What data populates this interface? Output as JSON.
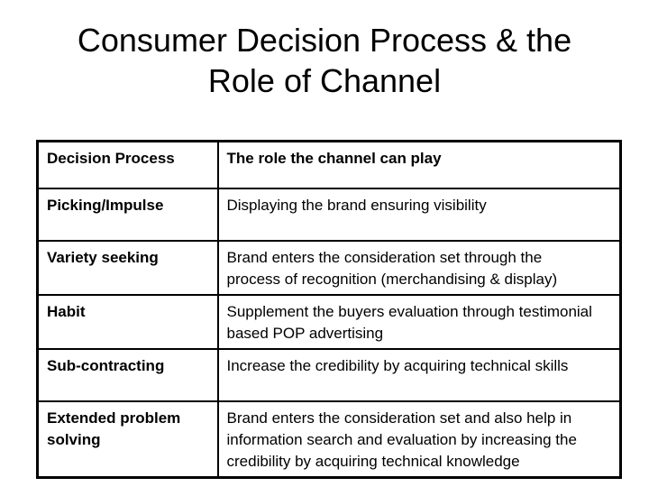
{
  "slide": {
    "title": "Consumer Decision Process & the\nRole of Channel",
    "colors": {
      "background": "#ffffff",
      "text": "#000000",
      "table_border": "#000000"
    },
    "table": {
      "headers": {
        "process": "Decision Process",
        "role": "The role the channel can play"
      },
      "rows": [
        {
          "process": "Picking/Impulse",
          "role": "Displaying the brand ensuring visibility"
        },
        {
          "process": "Variety seeking",
          "role": "Brand enters the consideration set through the\nprocess of recognition (merchandising & display)"
        },
        {
          "process": "Habit",
          "role": "Supplement the buyers evaluation through testimonial\nbased POP advertising"
        },
        {
          "process": "Sub-contracting",
          "role": "Increase the credibility by acquiring technical skills"
        },
        {
          "process": "Extended problem\nsolving",
          "role": "Brand enters the consideration set and also help in\ninformation search and evaluation by increasing the\ncredibility by acquiring technical knowledge"
        }
      ]
    }
  }
}
